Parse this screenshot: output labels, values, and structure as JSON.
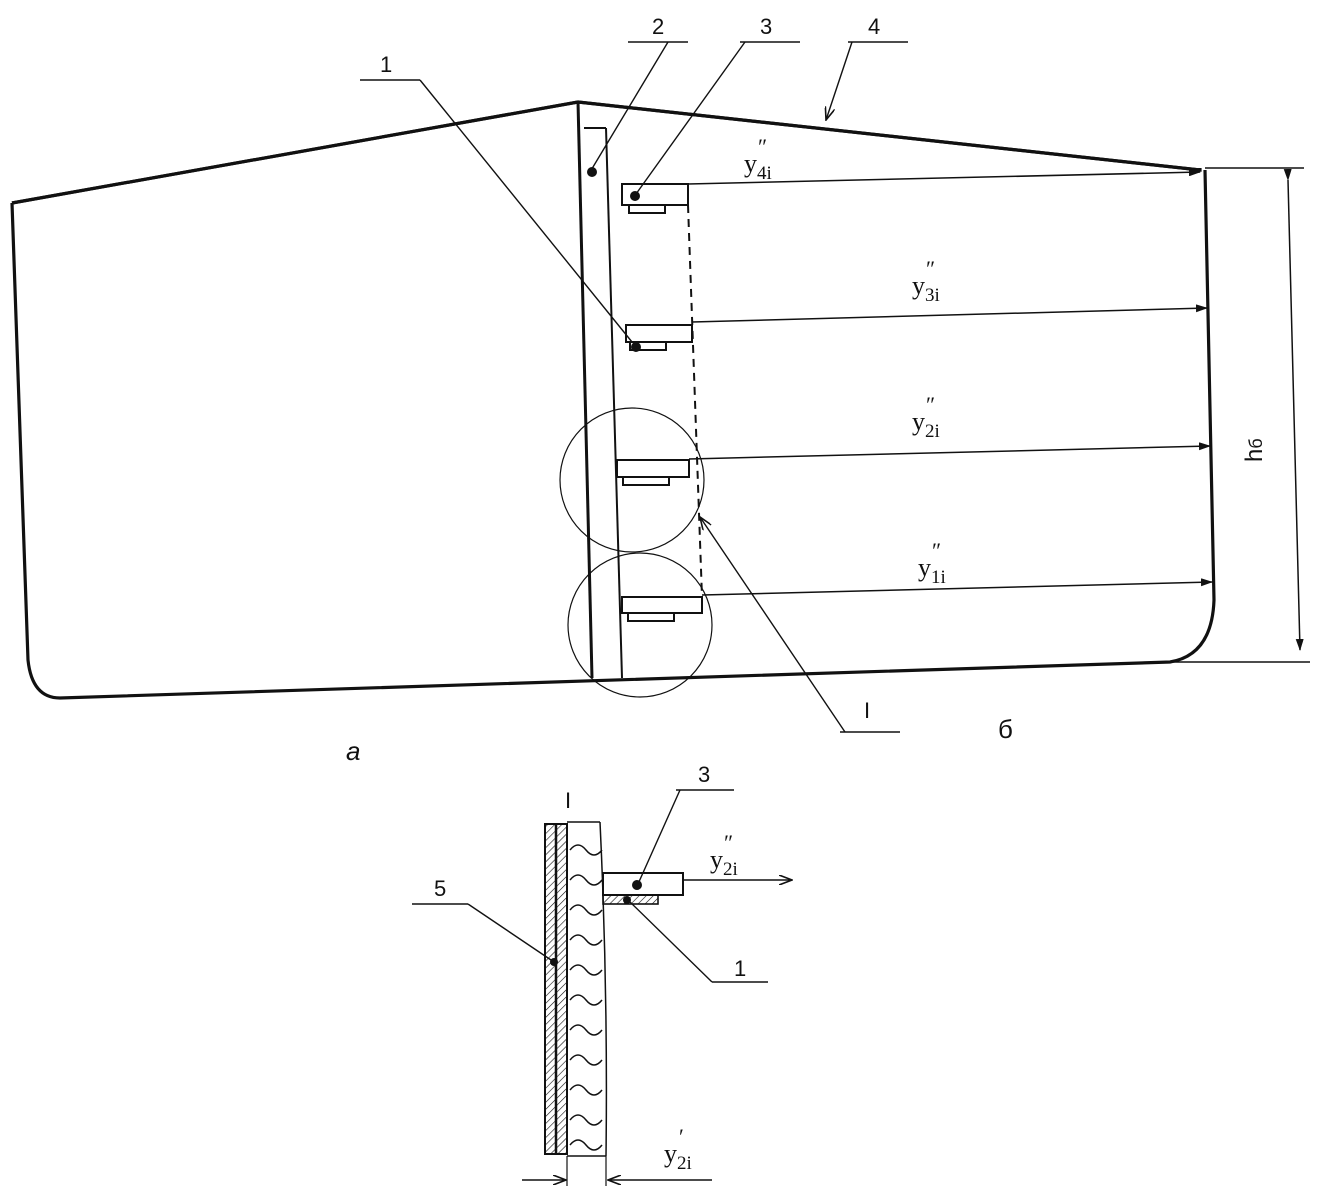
{
  "callouts": {
    "n1": "1",
    "n2": "2",
    "n3": "3",
    "n4": "4",
    "n5": "5",
    "detail_marker": "I"
  },
  "view_labels": {
    "a": "а",
    "b": "б"
  },
  "dimensions": {
    "y4_base": "y",
    "y4_sub": "4i",
    "y3_base": "y",
    "y3_sub": "3i",
    "y2_base": "y",
    "y2_sub": "2i",
    "y1_base": "y",
    "y1_sub": "1i",
    "h_base": "h",
    "h_sub": "б",
    "detail_y2_base": "y",
    "detail_y2_sub": "2i",
    "detail_y2p_base": "y",
    "detail_y2p_sub": "2i"
  },
  "detail": {
    "title": "I",
    "n1": "1",
    "n3": "3",
    "n5": "5"
  }
}
